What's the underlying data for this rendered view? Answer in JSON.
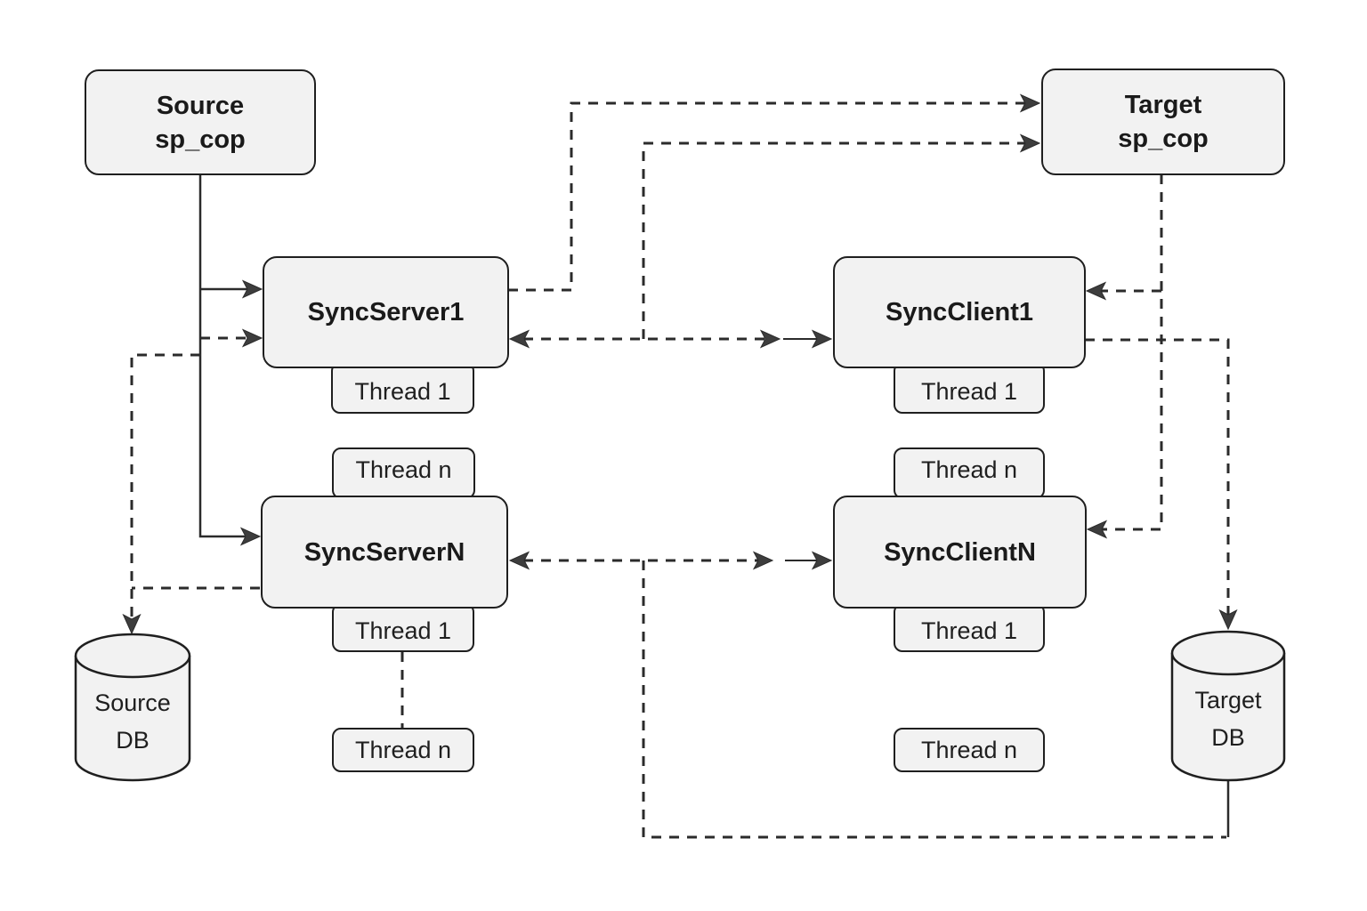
{
  "diagram": {
    "colors": {
      "background": "#ffffff",
      "node_fill": "#f2f2f2",
      "node_border": "#1f1f1f",
      "line": "#2b2b2b",
      "arrowhead": "#3d3d3d"
    },
    "nodes": {
      "source_sp_cop": {
        "label_line1": "Source",
        "label_line2": "sp_cop"
      },
      "target_sp_cop": {
        "label_line1": "Target",
        "label_line2": "sp_cop"
      },
      "sync_server_1": {
        "label": "SyncServer1",
        "thread_bottom": "Thread 1"
      },
      "sync_client_1": {
        "label": "SyncClient1",
        "thread_bottom": "Thread 1"
      },
      "sync_server_n": {
        "label": "SyncServerN",
        "thread_top": "Thread n",
        "thread_bottom": "Thread 1",
        "thread_detached": "Thread n"
      },
      "sync_client_n": {
        "label": "SyncClientN",
        "thread_top": "Thread n",
        "thread_bottom": "Thread 1",
        "thread_detached": "Thread n"
      },
      "source_db": {
        "label_line1": "Source",
        "label_line2": "DB"
      },
      "target_db": {
        "label_line1": "Target",
        "label_line2": "DB"
      }
    }
  }
}
